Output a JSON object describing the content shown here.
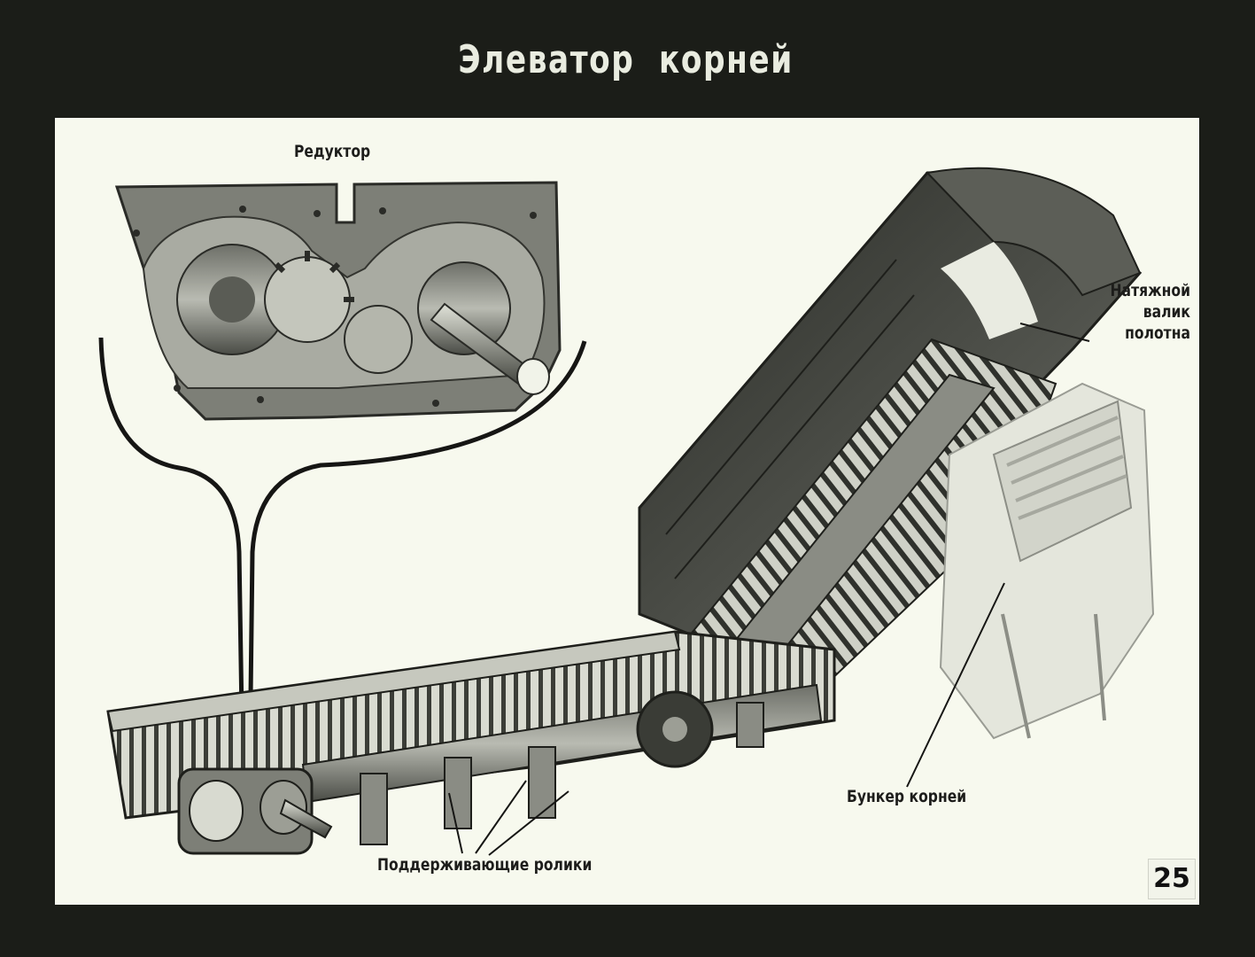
{
  "slide": {
    "title": "Элеватор корней",
    "page_number": "25"
  },
  "labels": {
    "reducer": "Редуктор",
    "tension_roller_line1": "Натяжной",
    "tension_roller_line2": "валик",
    "tension_roller_line3": "полотна",
    "root_bin": "Бункер корней",
    "support_rollers": "Поддерживающие ролики"
  },
  "colors": {
    "frame": "#1b1d18",
    "paper": "#f7f9ee",
    "ink": "#1d1d1b",
    "metal_dark": "#4a4c46",
    "metal_mid": "#8d8f86",
    "metal_light": "#c9cbc1"
  }
}
